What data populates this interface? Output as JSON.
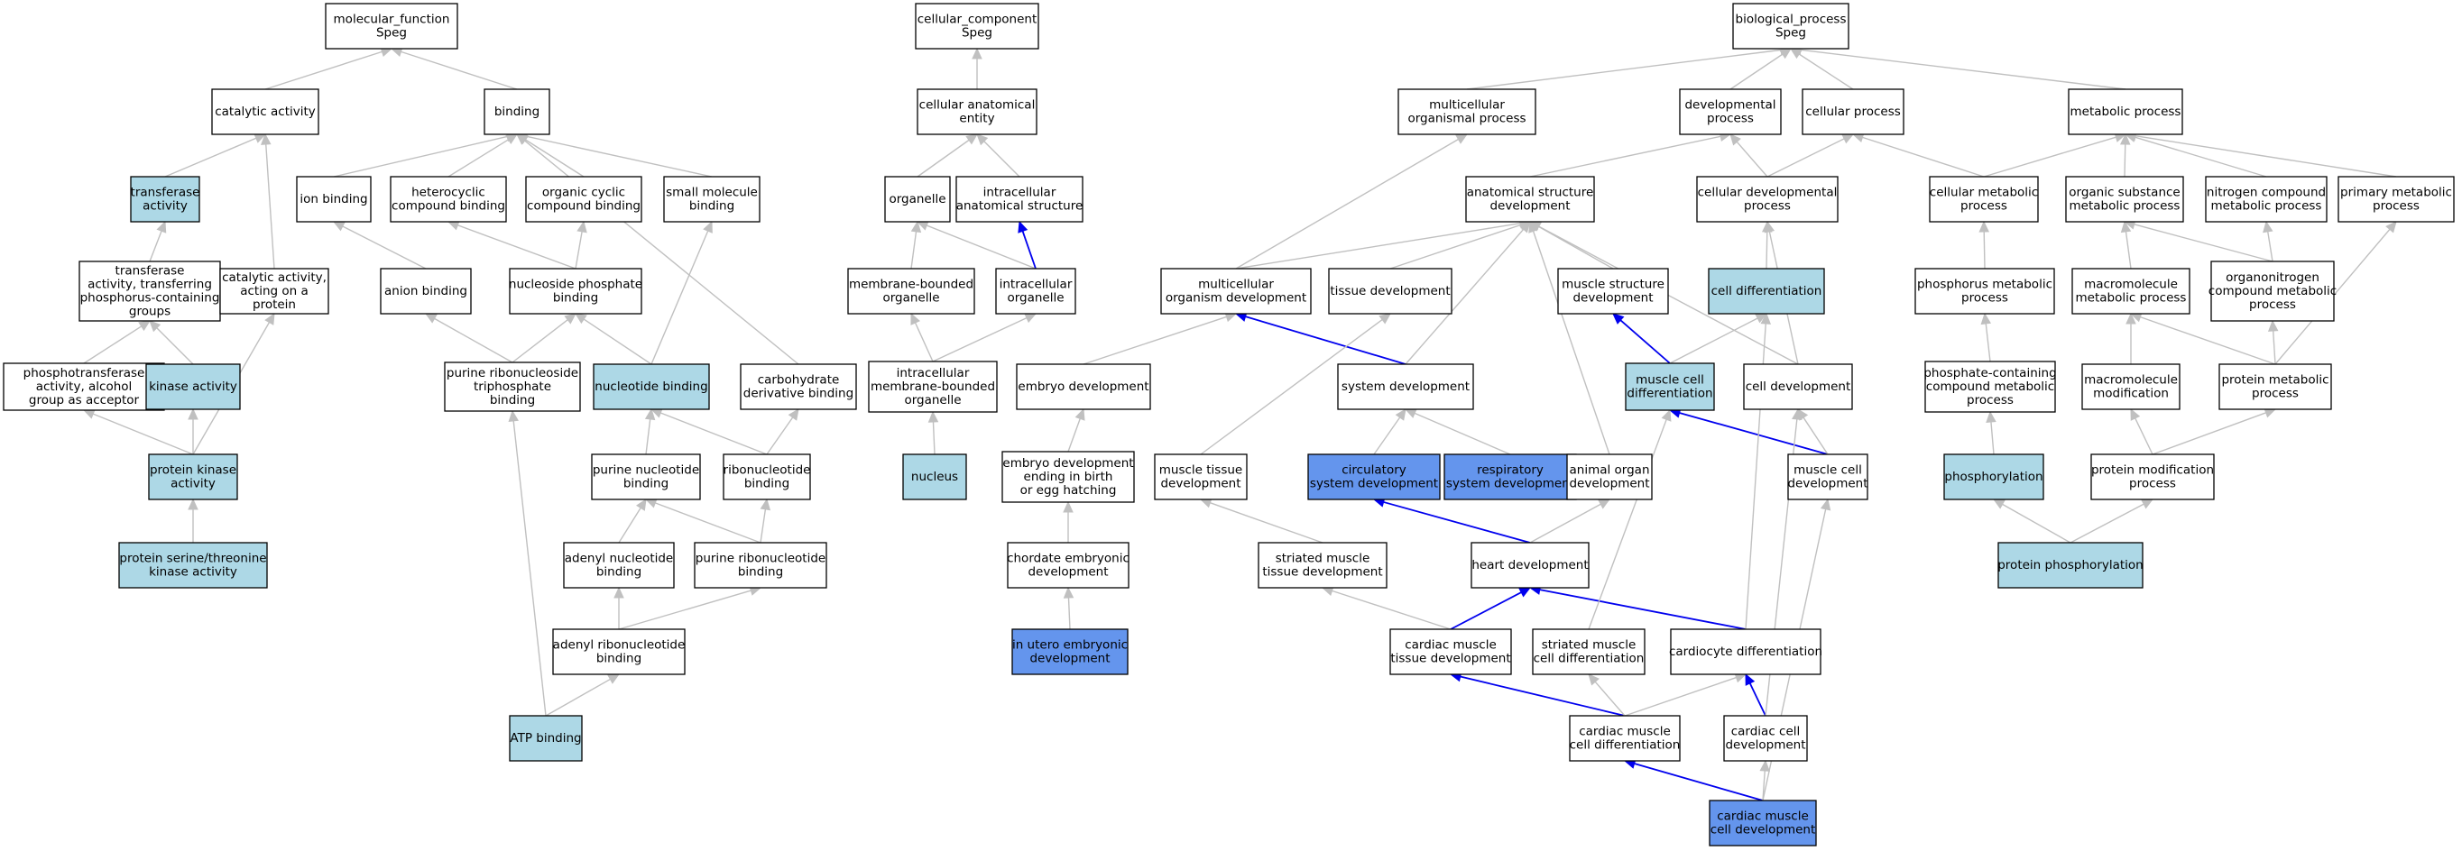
{
  "colors": {
    "plain": "#ffffff",
    "light": "#add8e6",
    "dark": "#6495ed",
    "edge_gray": "#c0c0c0",
    "edge_blue": "#0000ee"
  },
  "nodes": [
    {
      "id": "mf",
      "lines": [
        "molecular_function",
        "Speg"
      ],
      "fill": "plain"
    },
    {
      "id": "cc",
      "lines": [
        "cellular_component",
        "Speg"
      ],
      "fill": "plain"
    },
    {
      "id": "bp",
      "lines": [
        "biological_process",
        "Speg"
      ],
      "fill": "plain"
    },
    {
      "id": "catact",
      "lines": [
        "catalytic activity"
      ],
      "fill": "plain"
    },
    {
      "id": "binding",
      "lines": [
        "binding"
      ],
      "fill": "plain"
    },
    {
      "id": "cae",
      "lines": [
        "cellular anatomical",
        "entity"
      ],
      "fill": "plain"
    },
    {
      "id": "mop",
      "lines": [
        "multicellular",
        "organismal process"
      ],
      "fill": "plain"
    },
    {
      "id": "devp",
      "lines": [
        "developmental",
        "process"
      ],
      "fill": "plain"
    },
    {
      "id": "cellp",
      "lines": [
        "cellular process"
      ],
      "fill": "plain"
    },
    {
      "id": "metp",
      "lines": [
        "metabolic process"
      ],
      "fill": "plain"
    },
    {
      "id": "transf",
      "lines": [
        "transferase",
        "activity"
      ],
      "fill": "light"
    },
    {
      "id": "ionb",
      "lines": [
        "ion binding"
      ],
      "fill": "plain"
    },
    {
      "id": "hetb",
      "lines": [
        "heterocyclic",
        "compound binding"
      ],
      "fill": "plain"
    },
    {
      "id": "orgb",
      "lines": [
        "organic cyclic",
        "compound binding"
      ],
      "fill": "plain"
    },
    {
      "id": "smb",
      "lines": [
        "small molecule",
        "binding"
      ],
      "fill": "plain"
    },
    {
      "id": "organelle",
      "lines": [
        "organelle"
      ],
      "fill": "plain"
    },
    {
      "id": "ias",
      "lines": [
        "intracellular",
        "anatomical structure"
      ],
      "fill": "plain"
    },
    {
      "id": "asd",
      "lines": [
        "anatomical structure",
        "development"
      ],
      "fill": "plain"
    },
    {
      "id": "cdp",
      "lines": [
        "cellular developmental",
        "process"
      ],
      "fill": "plain"
    },
    {
      "id": "cmp",
      "lines": [
        "cellular metabolic",
        "process"
      ],
      "fill": "plain"
    },
    {
      "id": "osmp",
      "lines": [
        "organic substance",
        "metabolic process"
      ],
      "fill": "plain"
    },
    {
      "id": "ncmp",
      "lines": [
        "nitrogen compound",
        "metabolic process"
      ],
      "fill": "plain"
    },
    {
      "id": "pmp",
      "lines": [
        "primary metabolic",
        "process"
      ],
      "fill": "plain"
    },
    {
      "id": "transp",
      "lines": [
        "transferase",
        "activity, transferring",
        "phosphorus-containing",
        "groups"
      ],
      "fill": "plain"
    },
    {
      "id": "catprot",
      "lines": [
        "catalytic activity,",
        "acting on a",
        "protein"
      ],
      "fill": "plain"
    },
    {
      "id": "anionb",
      "lines": [
        "anion binding"
      ],
      "fill": "plain"
    },
    {
      "id": "npb",
      "lines": [
        "nucleoside phosphate",
        "binding"
      ],
      "fill": "plain"
    },
    {
      "id": "mbo",
      "lines": [
        "membrane-bounded",
        "organelle"
      ],
      "fill": "plain"
    },
    {
      "id": "io",
      "lines": [
        "intracellular",
        "organelle"
      ],
      "fill": "plain"
    },
    {
      "id": "mod",
      "lines": [
        "multicellular",
        "organism development"
      ],
      "fill": "plain"
    },
    {
      "id": "tisd",
      "lines": [
        "tissue development"
      ],
      "fill": "plain"
    },
    {
      "id": "msd",
      "lines": [
        "muscle structure",
        "development"
      ],
      "fill": "plain"
    },
    {
      "id": "celldiff",
      "lines": [
        "cell differentiation"
      ],
      "fill": "light"
    },
    {
      "id": "phmp",
      "lines": [
        "phosphorus metabolic",
        "process"
      ],
      "fill": "plain"
    },
    {
      "id": "mmp",
      "lines": [
        "macromolecule",
        "metabolic process"
      ],
      "fill": "plain"
    },
    {
      "id": "oncmp",
      "lines": [
        "organonitrogen",
        "compound metabolic",
        "process"
      ],
      "fill": "plain"
    },
    {
      "id": "phosphotr",
      "lines": [
        "phosphotransferase",
        "activity, alcohol",
        "group as acceptor"
      ],
      "fill": "plain"
    },
    {
      "id": "kinase",
      "lines": [
        "kinase activity"
      ],
      "fill": "light"
    },
    {
      "id": "prntb",
      "lines": [
        "purine ribonucleoside",
        "triphosphate",
        "binding"
      ],
      "fill": "plain"
    },
    {
      "id": "nucb",
      "lines": [
        "nucleotide binding"
      ],
      "fill": "light"
    },
    {
      "id": "cdb",
      "lines": [
        "carbohydrate",
        "derivative binding"
      ],
      "fill": "plain"
    },
    {
      "id": "imbo",
      "lines": [
        "intracellular",
        "membrane-bounded",
        "organelle"
      ],
      "fill": "plain"
    },
    {
      "id": "embd",
      "lines": [
        "embryo development"
      ],
      "fill": "plain"
    },
    {
      "id": "sysd",
      "lines": [
        "system development"
      ],
      "fill": "plain"
    },
    {
      "id": "mcd",
      "lines": [
        "muscle cell",
        "differentiation"
      ],
      "fill": "light"
    },
    {
      "id": "celld",
      "lines": [
        "cell development"
      ],
      "fill": "plain"
    },
    {
      "id": "pcmp",
      "lines": [
        "phosphate-containing",
        "compound metabolic",
        "process"
      ],
      "fill": "plain"
    },
    {
      "id": "macmod",
      "lines": [
        "macromolecule",
        "modification"
      ],
      "fill": "plain"
    },
    {
      "id": "protmp",
      "lines": [
        "protein metabolic",
        "process"
      ],
      "fill": "plain"
    },
    {
      "id": "pka",
      "lines": [
        "protein kinase",
        "activity"
      ],
      "fill": "light"
    },
    {
      "id": "purnb",
      "lines": [
        "purine nucleotide",
        "binding"
      ],
      "fill": "plain"
    },
    {
      "id": "ribnb",
      "lines": [
        "ribonucleotide",
        "binding"
      ],
      "fill": "plain"
    },
    {
      "id": "nucleus",
      "lines": [
        "nucleus"
      ],
      "fill": "light"
    },
    {
      "id": "edb",
      "lines": [
        "embryo development",
        "ending in birth",
        "or egg hatching"
      ],
      "fill": "plain"
    },
    {
      "id": "mtd",
      "lines": [
        "muscle tissue",
        "development"
      ],
      "fill": "plain"
    },
    {
      "id": "circ",
      "lines": [
        "circulatory",
        "system development"
      ],
      "fill": "dark"
    },
    {
      "id": "resp",
      "lines": [
        "respiratory",
        "system development"
      ],
      "fill": "dark"
    },
    {
      "id": "aod",
      "lines": [
        "animal organ",
        "development"
      ],
      "fill": "plain"
    },
    {
      "id": "mcdev",
      "lines": [
        "muscle cell",
        "development"
      ],
      "fill": "plain"
    },
    {
      "id": "phos",
      "lines": [
        "phosphorylation"
      ],
      "fill": "light"
    },
    {
      "id": "protmod",
      "lines": [
        "protein modification",
        "process"
      ],
      "fill": "plain"
    },
    {
      "id": "pstka",
      "lines": [
        "protein serine/threonine",
        "kinase activity"
      ],
      "fill": "light"
    },
    {
      "id": "anb",
      "lines": [
        "adenyl nucleotide",
        "binding"
      ],
      "fill": "plain"
    },
    {
      "id": "prnb",
      "lines": [
        "purine ribonucleotide",
        "binding"
      ],
      "fill": "plain"
    },
    {
      "id": "ced",
      "lines": [
        "chordate embryonic",
        "development"
      ],
      "fill": "plain"
    },
    {
      "id": "smtd",
      "lines": [
        "striated muscle",
        "tissue development"
      ],
      "fill": "plain"
    },
    {
      "id": "heartd",
      "lines": [
        "heart development"
      ],
      "fill": "plain"
    },
    {
      "id": "pphos",
      "lines": [
        "protein phosphorylation"
      ],
      "fill": "light"
    },
    {
      "id": "arnb",
      "lines": [
        "adenyl ribonucleotide",
        "binding"
      ],
      "fill": "plain"
    },
    {
      "id": "iued",
      "lines": [
        "in utero embryonic",
        "development"
      ],
      "fill": "dark"
    },
    {
      "id": "cmtd",
      "lines": [
        "cardiac muscle",
        "tissue development"
      ],
      "fill": "plain"
    },
    {
      "id": "smcd",
      "lines": [
        "striated muscle",
        "cell differentiation"
      ],
      "fill": "plain"
    },
    {
      "id": "cardiod",
      "lines": [
        "cardiocyte differentiation"
      ],
      "fill": "plain"
    },
    {
      "id": "atpb",
      "lines": [
        "ATP binding"
      ],
      "fill": "light"
    },
    {
      "id": "cmcd",
      "lines": [
        "cardiac muscle",
        "cell differentiation"
      ],
      "fill": "plain"
    },
    {
      "id": "ccd",
      "lines": [
        "cardiac cell",
        "development"
      ],
      "fill": "plain"
    },
    {
      "id": "cmcdev",
      "lines": [
        "cardiac muscle",
        "cell development"
      ],
      "fill": "dark"
    }
  ],
  "edges": [
    [
      "catact",
      "mf",
      "gray"
    ],
    [
      "binding",
      "mf",
      "gray"
    ],
    [
      "transf",
      "catact",
      "gray"
    ],
    [
      "catprot",
      "catact",
      "gray"
    ],
    [
      "ionb",
      "binding",
      "gray"
    ],
    [
      "hetb",
      "binding",
      "gray"
    ],
    [
      "orgb",
      "binding",
      "gray"
    ],
    [
      "smb",
      "binding",
      "gray"
    ],
    [
      "cdb",
      "binding",
      "gray"
    ],
    [
      "transp",
      "transf",
      "gray"
    ],
    [
      "phosphotr",
      "transp",
      "gray"
    ],
    [
      "kinase",
      "transp",
      "gray"
    ],
    [
      "pka",
      "phosphotr",
      "gray"
    ],
    [
      "pka",
      "kinase",
      "gray"
    ],
    [
      "pka",
      "catprot",
      "gray"
    ],
    [
      "pstka",
      "pka",
      "gray"
    ],
    [
      "anionb",
      "ionb",
      "gray"
    ],
    [
      "npb",
      "hetb",
      "gray"
    ],
    [
      "npb",
      "orgb",
      "gray"
    ],
    [
      "prntb",
      "anionb",
      "gray"
    ],
    [
      "prntb",
      "npb",
      "gray"
    ],
    [
      "nucb",
      "npb",
      "gray"
    ],
    [
      "nucb",
      "smb",
      "gray"
    ],
    [
      "purnb",
      "nucb",
      "gray"
    ],
    [
      "ribnb",
      "nucb",
      "gray"
    ],
    [
      "ribnb",
      "cdb",
      "gray"
    ],
    [
      "anb",
      "purnb",
      "gray"
    ],
    [
      "prnb",
      "purnb",
      "gray"
    ],
    [
      "prnb",
      "ribnb",
      "gray"
    ],
    [
      "arnb",
      "anb",
      "gray"
    ],
    [
      "arnb",
      "prnb",
      "gray"
    ],
    [
      "atpb",
      "arnb",
      "gray"
    ],
    [
      "atpb",
      "prntb",
      "gray"
    ],
    [
      "cae",
      "cc",
      "gray"
    ],
    [
      "organelle",
      "cae",
      "gray"
    ],
    [
      "ias",
      "cae",
      "gray"
    ],
    [
      "mbo",
      "organelle",
      "gray"
    ],
    [
      "io",
      "organelle",
      "gray"
    ],
    [
      "io",
      "ias",
      "blue"
    ],
    [
      "imbo",
      "mbo",
      "gray"
    ],
    [
      "imbo",
      "io",
      "gray"
    ],
    [
      "nucleus",
      "imbo",
      "gray"
    ],
    [
      "mop",
      "bp",
      "gray"
    ],
    [
      "devp",
      "bp",
      "gray"
    ],
    [
      "cellp",
      "bp",
      "gray"
    ],
    [
      "metp",
      "bp",
      "gray"
    ],
    [
      "asd",
      "devp",
      "gray"
    ],
    [
      "cdp",
      "devp",
      "gray"
    ],
    [
      "cdp",
      "cellp",
      "gray"
    ],
    [
      "cmp",
      "cellp",
      "gray"
    ],
    [
      "cmp",
      "metp",
      "gray"
    ],
    [
      "osmp",
      "metp",
      "gray"
    ],
    [
      "ncmp",
      "metp",
      "gray"
    ],
    [
      "pmp",
      "metp",
      "gray"
    ],
    [
      "mod",
      "mop",
      "gray"
    ],
    [
      "mod",
      "asd",
      "gray"
    ],
    [
      "tisd",
      "asd",
      "gray"
    ],
    [
      "msd",
      "asd",
      "gray"
    ],
    [
      "celldiff",
      "cdp",
      "gray"
    ],
    [
      "celld",
      "cdp",
      "gray"
    ],
    [
      "celld",
      "asd",
      "gray"
    ],
    [
      "sysd",
      "asd",
      "gray"
    ],
    [
      "sysd",
      "mod",
      "blue"
    ],
    [
      "embd",
      "mod",
      "gray"
    ],
    [
      "aod",
      "asd",
      "gray"
    ],
    [
      "mcd",
      "msd",
      "blue"
    ],
    [
      "mcd",
      "celldiff",
      "gray"
    ],
    [
      "mcdev",
      "mcd",
      "blue"
    ],
    [
      "mcdev",
      "celld",
      "gray"
    ],
    [
      "edb",
      "embd",
      "gray"
    ],
    [
      "ced",
      "edb",
      "gray"
    ],
    [
      "iued",
      "ced",
      "gray"
    ],
    [
      "circ",
      "sysd",
      "gray"
    ],
    [
      "resp",
      "sysd",
      "gray"
    ],
    [
      "heartd",
      "circ",
      "blue"
    ],
    [
      "heartd",
      "aod",
      "gray"
    ],
    [
      "mtd",
      "tisd",
      "gray"
    ],
    [
      "smtd",
      "mtd",
      "gray"
    ],
    [
      "cmtd",
      "smtd",
      "gray"
    ],
    [
      "cmtd",
      "heartd",
      "blue"
    ],
    [
      "cardiod",
      "heartd",
      "blue"
    ],
    [
      "cardiod",
      "celldiff",
      "gray"
    ],
    [
      "smcd",
      "mcd",
      "gray"
    ],
    [
      "cmcd",
      "cmtd",
      "blue"
    ],
    [
      "cmcd",
      "smcd",
      "gray"
    ],
    [
      "cmcd",
      "cardiod",
      "gray"
    ],
    [
      "ccd",
      "cardiod",
      "blue"
    ],
    [
      "ccd",
      "celld",
      "gray"
    ],
    [
      "cmcdev",
      "cmcd",
      "blue"
    ],
    [
      "cmcdev",
      "ccd",
      "gray"
    ],
    [
      "cmcdev",
      "mcdev",
      "gray"
    ],
    [
      "phmp",
      "cmp",
      "gray"
    ],
    [
      "pcmp",
      "phmp",
      "gray"
    ],
    [
      "phos",
      "pcmp",
      "gray"
    ],
    [
      "mmp",
      "osmp",
      "gray"
    ],
    [
      "oncmp",
      "osmp",
      "gray"
    ],
    [
      "oncmp",
      "ncmp",
      "gray"
    ],
    [
      "macmod",
      "mmp",
      "gray"
    ],
    [
      "protmp",
      "mmp",
      "gray"
    ],
    [
      "protmp",
      "oncmp",
      "gray"
    ],
    [
      "protmp",
      "pmp",
      "gray"
    ],
    [
      "protmod",
      "macmod",
      "gray"
    ],
    [
      "protmod",
      "protmp",
      "gray"
    ],
    [
      "pphos",
      "phos",
      "gray"
    ],
    [
      "pphos",
      "protmod",
      "gray"
    ]
  ]
}
